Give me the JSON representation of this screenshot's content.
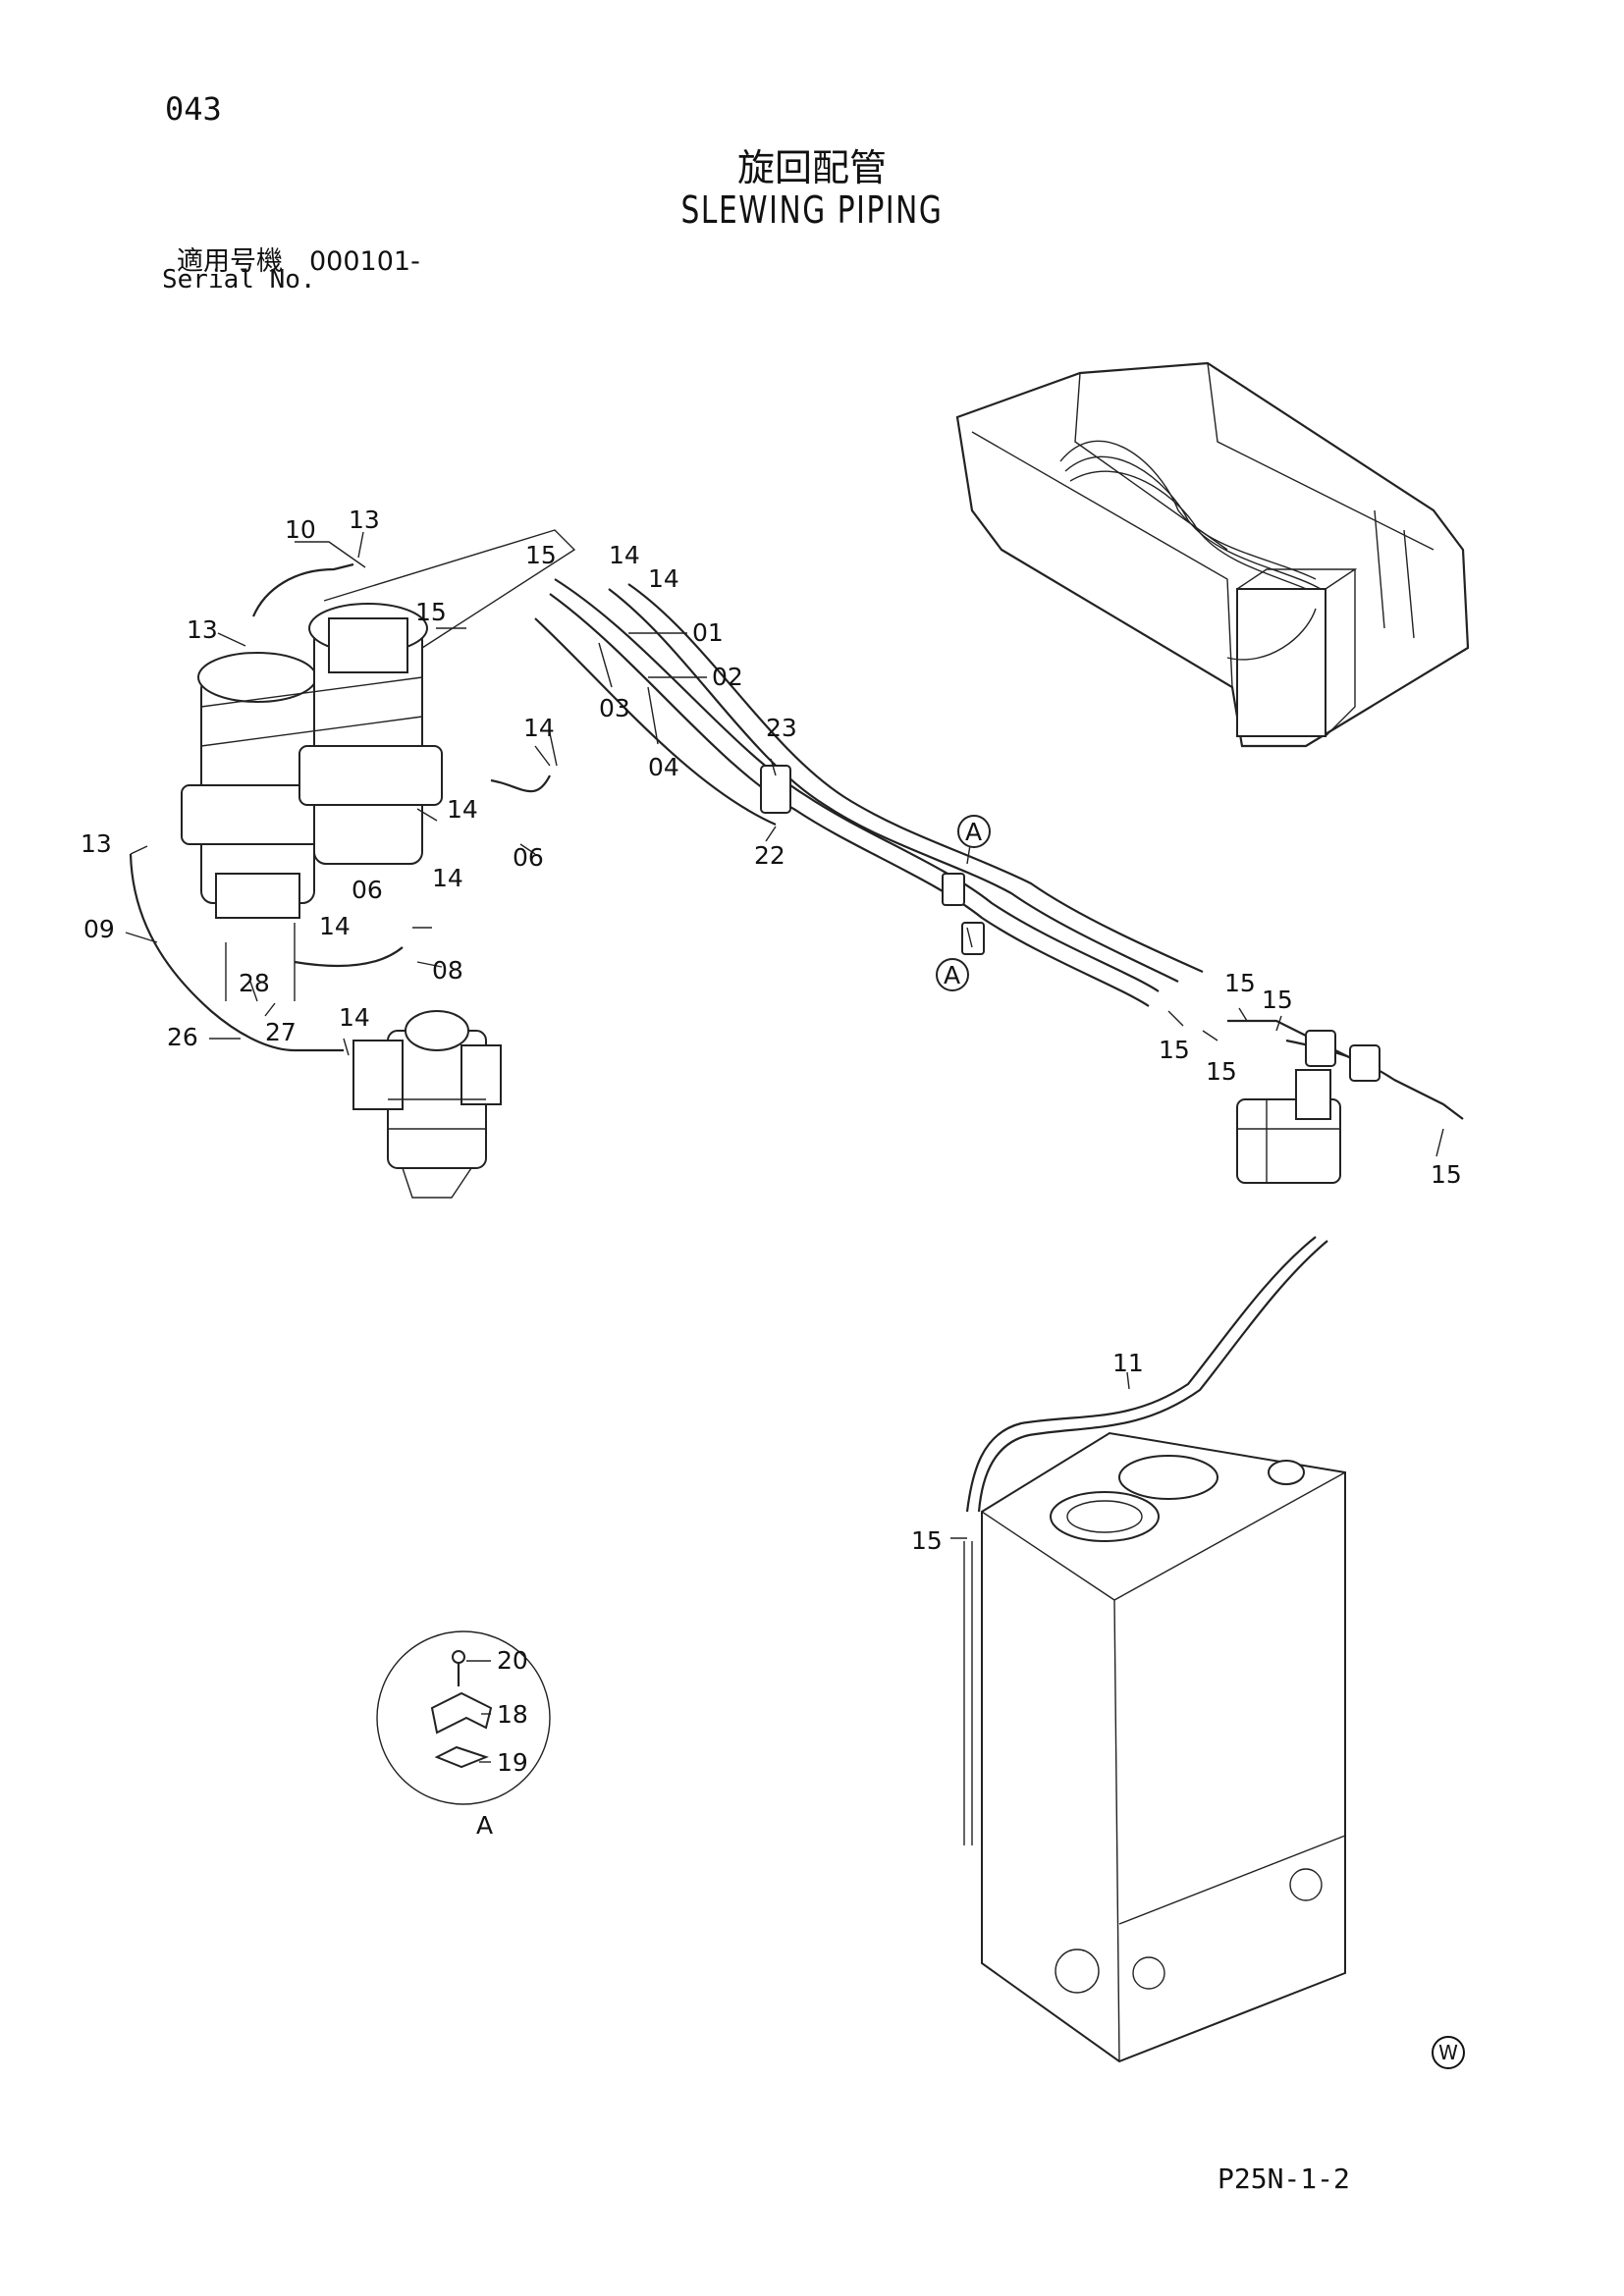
{
  "header": {
    "page_number": "043",
    "title_jp": "旋回配管",
    "title_en": "SLEWING PIPING",
    "serial_jp": "適用号機　000101-",
    "serial_en": "Serial No."
  },
  "footer": {
    "doc_code": "P25N-1-2",
    "mark": "W"
  },
  "callouts": {
    "c01": "01",
    "c02": "02",
    "c03": "03",
    "c04": "04",
    "c06a": "06",
    "c06b": "06",
    "c08": "08",
    "c09": "09",
    "c10": "10",
    "c11": "11",
    "c13a": "13",
    "c13b": "13",
    "c13c": "13",
    "c14a": "14",
    "c14b": "14",
    "c14c": "14",
    "c14d": "14",
    "c14e": "14",
    "c14f": "14",
    "c14g": "14",
    "c15a": "15",
    "c15b": "15",
    "c15c": "15",
    "c15d": "15",
    "c15e": "15",
    "c15f": "15",
    "c15g": "15",
    "c15h": "15",
    "c18": "18",
    "c19": "19",
    "c20": "20",
    "c22": "22",
    "c23": "23",
    "c26": "26",
    "c27": "27",
    "c28": "28",
    "markA1": "A",
    "markA2": "A",
    "detailA": "A"
  }
}
